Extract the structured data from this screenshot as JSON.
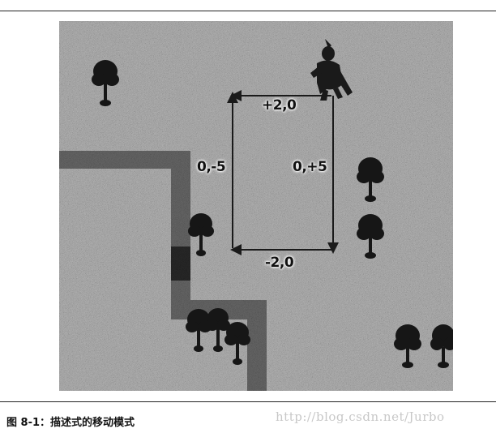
{
  "figure": {
    "caption": "图 8-1：描述式的移动模式",
    "watermark": "http://blog.csdn.net/Jurbo"
  },
  "labels": {
    "top": "+2,0",
    "left": "0,-5",
    "right": "0,+5",
    "bottom": "-2,0"
  },
  "colors": {
    "grass": "#9a9a9a",
    "path": "#5a5a5a",
    "tree": "#161616",
    "arrow": "#1a1a1a"
  },
  "icons": {
    "character": "warrior-sprite-icon",
    "tree": "tree-icon"
  }
}
